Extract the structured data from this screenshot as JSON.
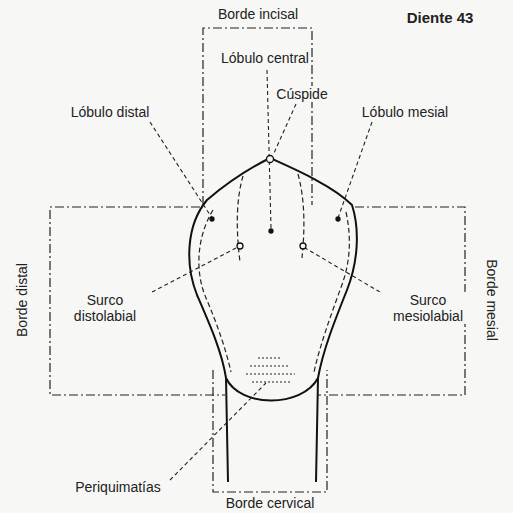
{
  "diagram": {
    "title": "Diente 43",
    "labels": [
      "Borde incisal",
      "Lóbulo central",
      "Cúspide",
      "Lóbulo distal",
      "Lóbulo mesial",
      "Borde distal",
      "Surco distolabial",
      "Surco mesiolabial",
      "Borde mesial",
      "Periquimatías",
      "Borde cervical"
    ]
  }
}
